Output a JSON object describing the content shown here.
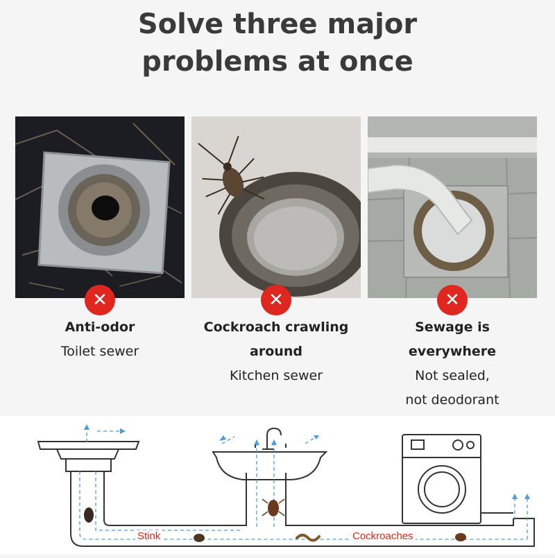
{
  "headline": {
    "line1": "Solve three major",
    "line2": "problems at once"
  },
  "panels": [
    {
      "title": "Anti-odor",
      "subtitle": "Toilet sewer",
      "status_icon": "red-x-icon"
    },
    {
      "title_line1": "Cockroach crawling",
      "title_line2": "around",
      "subtitle": "Kitchen sewer",
      "status_icon": "red-x-icon"
    },
    {
      "title_line1": "Sewage is",
      "title_line2": "everywhere",
      "subtitle_line1": "Not sealed,",
      "subtitle_line2": "not deodorant",
      "status_icon": "red-x-icon"
    }
  ],
  "diagram": {
    "label_stink": "Stink",
    "label_cockroaches": "Cockroaches",
    "icons": [
      "floor-drain-icon",
      "sink-icon",
      "washing-machine-icon",
      "cockroach-icon",
      "worm-icon"
    ]
  },
  "colors": {
    "cross_red": "#e0271f",
    "title_gray": "#3a3a3a",
    "flow_blue": "#4a9be0",
    "label_red": "#e0271f"
  }
}
